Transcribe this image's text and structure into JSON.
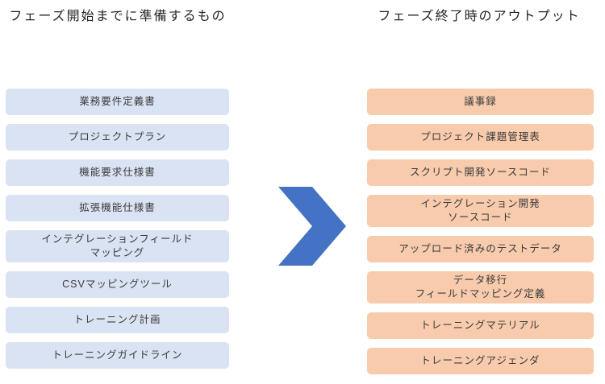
{
  "headers": {
    "left": "フェーズ開始までに準備するもの",
    "right": "フェーズ終了時のアウトプット"
  },
  "left_items": [
    "業務要件定義書",
    "プロジェクトプラン",
    "機能要求仕様書",
    "拡張機能仕様書",
    "インテグレーションフィールド\nマッピング",
    "CSVマッピングツール",
    "トレーニング計画",
    "トレーニングガイドライン"
  ],
  "right_items": [
    "議事録",
    "プロジェクト課題管理表",
    "スクリプト開発ソースコード",
    "インテグレーション開発\nソースコード",
    "アップロード済みのテストデータ",
    "データ移行\nフィールドマッピング定義",
    "トレーニングマテリアル",
    "トレーニングアジェンダ"
  ],
  "colors": {
    "left_box_fill": "#dae3f3",
    "right_box_fill": "#f8cbad",
    "arrow_fill": "#4472c4",
    "text": "#3b3b3b"
  },
  "arrow": {
    "icon": "chevron-right"
  }
}
